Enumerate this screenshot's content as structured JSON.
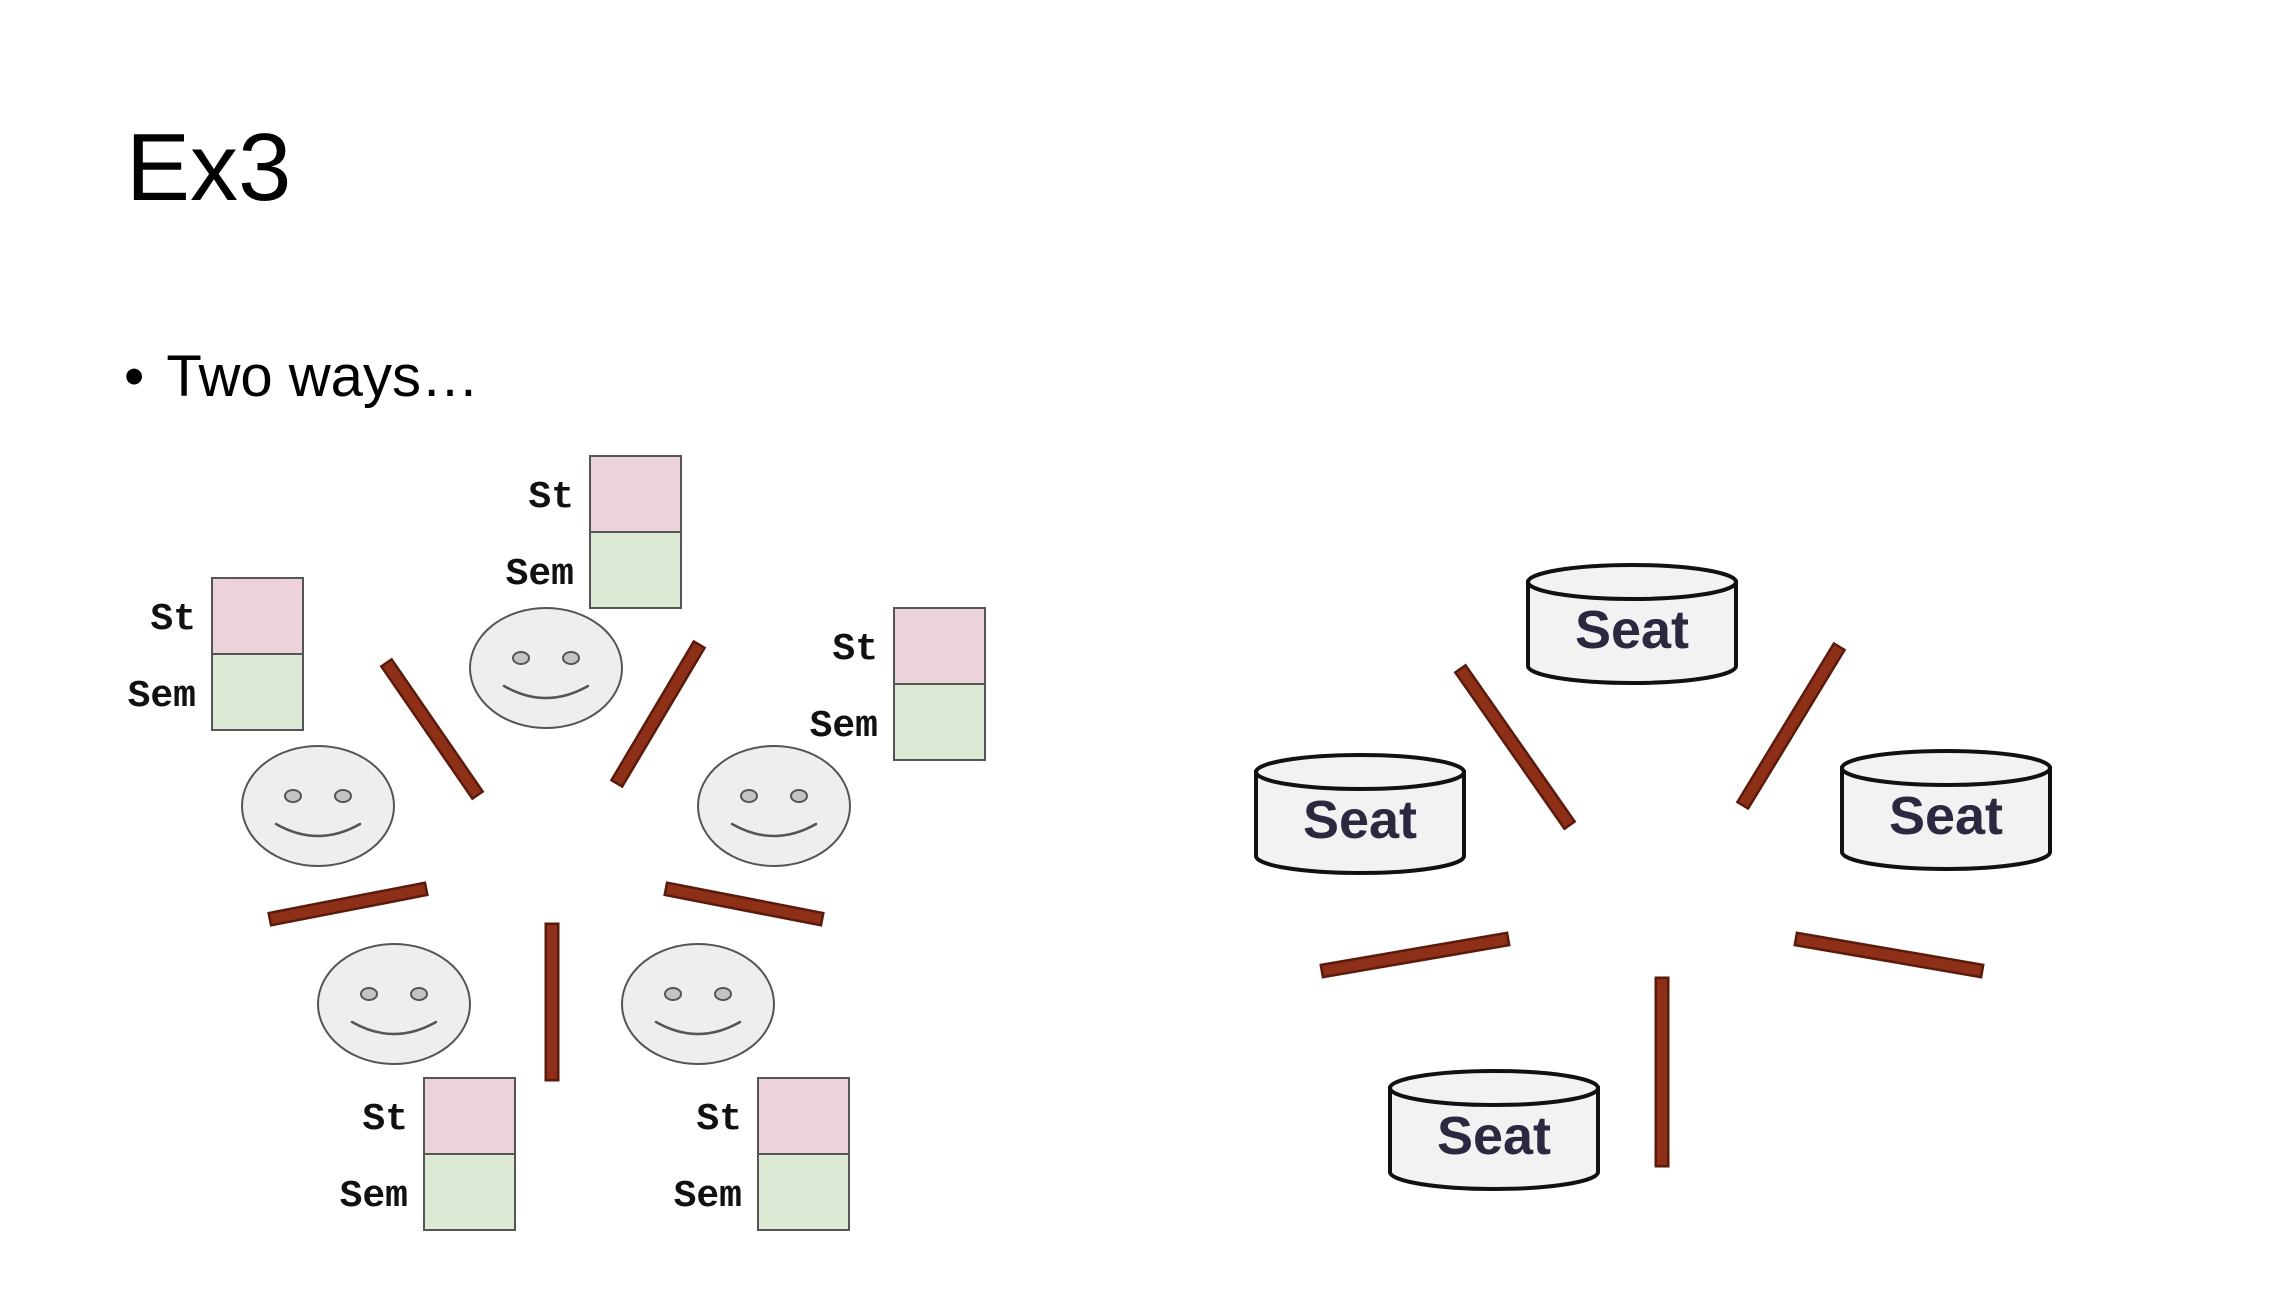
{
  "slide": {
    "title": "Ex3",
    "bullet": "Two ways…",
    "bullet_marker": "•"
  },
  "diagram_left": {
    "state_label": "St",
    "semaphore_label": "Sem",
    "philosopher_count": 5,
    "chopstick_count": 5
  },
  "diagram_right": {
    "seat_label": "Seat",
    "seat_count": 4,
    "chopstick_count": 5
  },
  "colors": {
    "state_fill": "#ecd3d9",
    "semaphore_fill": "#dcead5",
    "face_fill": "#eeeeee",
    "chopstick": "#8e2f18",
    "chopstick_edge": "#5a1b0c",
    "seat_fill": "#f2f2f2",
    "seat_text": "#2b2840"
  }
}
